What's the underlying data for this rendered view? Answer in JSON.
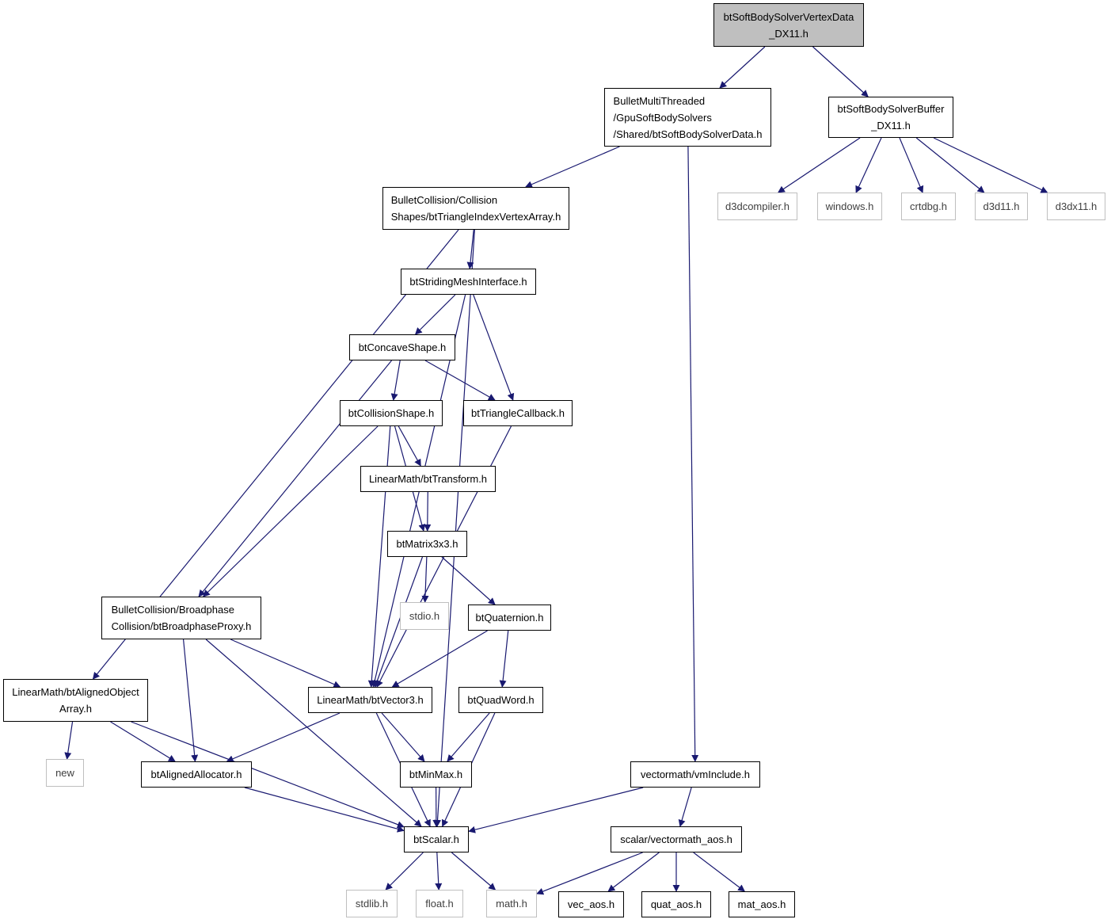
{
  "colors": {
    "edge": "#191970",
    "border": "#000000",
    "external_border": "#bfbfbf",
    "root_fill": "#bfbfbf"
  },
  "nodes": {
    "root": {
      "lines": [
        "btSoftBodySolverVertexData",
        "_DX11.h"
      ]
    },
    "solverData": {
      "lines": [
        "BulletMultiThreaded",
        "/GpuSoftBodySolvers",
        "/Shared/btSoftBodySolverData.h"
      ]
    },
    "solverBuffer": {
      "lines": [
        "btSoftBodySolverBuffer",
        "_DX11.h"
      ]
    },
    "d3dcompiler": {
      "lines": [
        "d3dcompiler.h"
      ]
    },
    "windows": {
      "lines": [
        "windows.h"
      ]
    },
    "crtdbg": {
      "lines": [
        "crtdbg.h"
      ]
    },
    "d3d11": {
      "lines": [
        "d3d11.h"
      ]
    },
    "d3dx11": {
      "lines": [
        "d3dx11.h"
      ]
    },
    "triVertexArray": {
      "lines": [
        "BulletCollision/Collision",
        "Shapes/btTriangleIndexVertexArray.h"
      ]
    },
    "stridingMesh": {
      "lines": [
        "btStridingMeshInterface.h"
      ]
    },
    "concaveShape": {
      "lines": [
        "btConcaveShape.h"
      ]
    },
    "collisionShape": {
      "lines": [
        "btCollisionShape.h"
      ]
    },
    "triangleCallback": {
      "lines": [
        "btTriangleCallback.h"
      ]
    },
    "transform": {
      "lines": [
        "LinearMath/btTransform.h"
      ]
    },
    "matrix3x3": {
      "lines": [
        "btMatrix3x3.h"
      ]
    },
    "stdio": {
      "lines": [
        "stdio.h"
      ]
    },
    "quaternion": {
      "lines": [
        "btQuaternion.h"
      ]
    },
    "broadphaseProxy": {
      "lines": [
        "BulletCollision/Broadphase",
        "Collision/btBroadphaseProxy.h"
      ]
    },
    "alignedArray": {
      "lines": [
        "LinearMath/btAlignedObject",
        "Array.h"
      ]
    },
    "vector3": {
      "lines": [
        "LinearMath/btVector3.h"
      ]
    },
    "quadWord": {
      "lines": [
        "btQuadWord.h"
      ]
    },
    "newh": {
      "lines": [
        "new"
      ]
    },
    "allocator": {
      "lines": [
        "btAlignedAllocator.h"
      ]
    },
    "minMax": {
      "lines": [
        "btMinMax.h"
      ]
    },
    "vmInclude": {
      "lines": [
        "vectormath/vmInclude.h"
      ]
    },
    "scalar": {
      "lines": [
        "btScalar.h"
      ]
    },
    "vectormathAos": {
      "lines": [
        "scalar/vectormath_aos.h"
      ]
    },
    "stdlib": {
      "lines": [
        "stdlib.h"
      ]
    },
    "floath": {
      "lines": [
        "float.h"
      ]
    },
    "mathh": {
      "lines": [
        "math.h"
      ]
    },
    "vecAos": {
      "lines": [
        "vec_aos.h"
      ]
    },
    "quatAos": {
      "lines": [
        "quat_aos.h"
      ]
    },
    "matAos": {
      "lines": [
        "mat_aos.h"
      ]
    }
  },
  "edges": [
    [
      "root",
      "solverData"
    ],
    [
      "root",
      "solverBuffer"
    ],
    [
      "solverBuffer",
      "d3dcompiler"
    ],
    [
      "solverBuffer",
      "windows"
    ],
    [
      "solverBuffer",
      "crtdbg"
    ],
    [
      "solverBuffer",
      "d3d11"
    ],
    [
      "solverBuffer",
      "d3dx11"
    ],
    [
      "solverData",
      "triVertexArray"
    ],
    [
      "solverData",
      "vmInclude"
    ],
    [
      "triVertexArray",
      "stridingMesh"
    ],
    [
      "triVertexArray",
      "alignedArray"
    ],
    [
      "triVertexArray",
      "scalar"
    ],
    [
      "stridingMesh",
      "concaveShape"
    ],
    [
      "stridingMesh",
      "triangleCallback"
    ],
    [
      "stridingMesh",
      "vector3"
    ],
    [
      "concaveShape",
      "collisionShape"
    ],
    [
      "concaveShape",
      "triangleCallback"
    ],
    [
      "concaveShape",
      "broadphaseProxy"
    ],
    [
      "collisionShape",
      "transform"
    ],
    [
      "collisionShape",
      "matrix3x3"
    ],
    [
      "collisionShape",
      "broadphaseProxy"
    ],
    [
      "collisionShape",
      "vector3"
    ],
    [
      "triangleCallback",
      "vector3"
    ],
    [
      "transform",
      "matrix3x3"
    ],
    [
      "matrix3x3",
      "stdio"
    ],
    [
      "matrix3x3",
      "quaternion"
    ],
    [
      "matrix3x3",
      "vector3"
    ],
    [
      "quaternion",
      "vector3"
    ],
    [
      "quaternion",
      "quadWord"
    ],
    [
      "broadphaseProxy",
      "vector3"
    ],
    [
      "broadphaseProxy",
      "allocator"
    ],
    [
      "broadphaseProxy",
      "scalar"
    ],
    [
      "alignedArray",
      "newh"
    ],
    [
      "alignedArray",
      "allocator"
    ],
    [
      "alignedArray",
      "scalar"
    ],
    [
      "vector3",
      "allocator"
    ],
    [
      "vector3",
      "minMax"
    ],
    [
      "vector3",
      "scalar"
    ],
    [
      "quadWord",
      "minMax"
    ],
    [
      "quadWord",
      "scalar"
    ],
    [
      "allocator",
      "scalar"
    ],
    [
      "minMax",
      "scalar"
    ],
    [
      "vmInclude",
      "scalar"
    ],
    [
      "vmInclude",
      "vectormathAos"
    ],
    [
      "scalar",
      "stdlib"
    ],
    [
      "scalar",
      "floath"
    ],
    [
      "scalar",
      "mathh"
    ],
    [
      "vectormathAos",
      "mathh"
    ],
    [
      "vectormathAos",
      "vecAos"
    ],
    [
      "vectormathAos",
      "quatAos"
    ],
    [
      "vectormathAos",
      "matAos"
    ]
  ]
}
